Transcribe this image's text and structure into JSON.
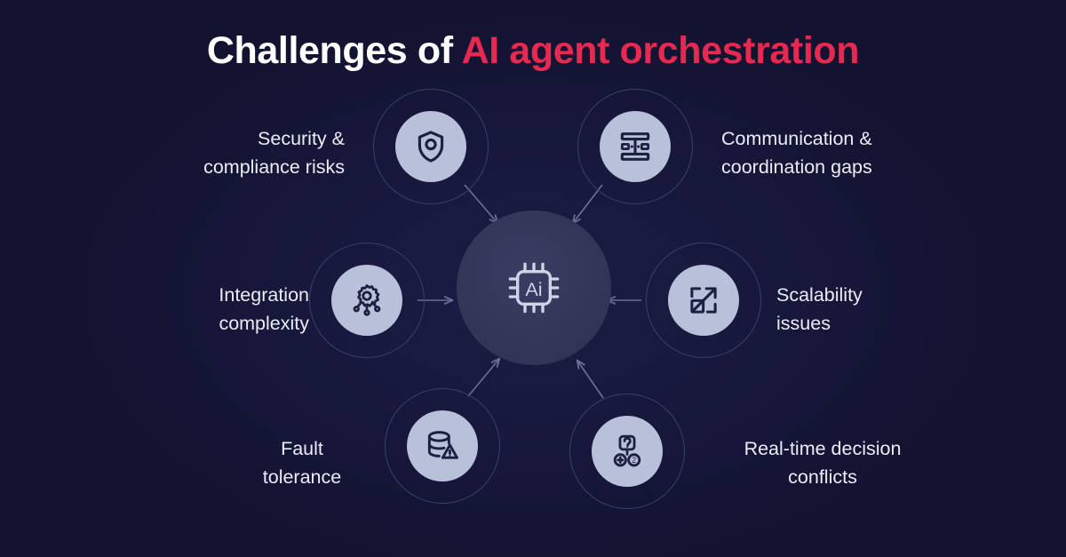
{
  "background_color": "#121330",
  "title": {
    "lead": "Challenges of ",
    "accent": "AI agent orchestration",
    "lead_color": "#ffffff",
    "accent_color": "#e62950"
  },
  "hub": {
    "icon": "ai-chip-icon",
    "text": "Ai",
    "circle_color": "#333657",
    "icon_color": "#cfd5e8"
  },
  "nodes": [
    {
      "id": "security-compliance-risks",
      "icon": "shield-icon",
      "label": "Security &\ncompliance risks",
      "badge_color": "#b9c0da",
      "ring_color": "#3c3f66"
    },
    {
      "id": "communication-coordination-gaps",
      "icon": "network-hierarchy-icon",
      "label": "Communication &\ncoordination gaps",
      "badge_color": "#b9c0da",
      "ring_color": "#3c3f66"
    },
    {
      "id": "integration-complexity",
      "icon": "gear-network-icon",
      "label": "Integration\ncomplexity",
      "badge_color": "#b9c0da",
      "ring_color": "#3c3f66"
    },
    {
      "id": "scalability-issues",
      "icon": "scale-expand-icon",
      "label": "Scalability\nissues",
      "badge_color": "#b9c0da",
      "ring_color": "#3c3f66"
    },
    {
      "id": "fault-tolerance",
      "icon": "database-warning-icon",
      "label": "Fault\ntolerance",
      "badge_color": "#b9c0da",
      "ring_color": "#3c3f66"
    },
    {
      "id": "real-time-decision-conflicts",
      "icon": "decision-question-icon",
      "label": "Real-time decision\nconflicts",
      "badge_color": "#b9c0da",
      "ring_color": "#3c3f66"
    }
  ],
  "connectors": {
    "color": "#6c7093",
    "description": "six arrows pointing inward from each node to the central AI hub"
  }
}
